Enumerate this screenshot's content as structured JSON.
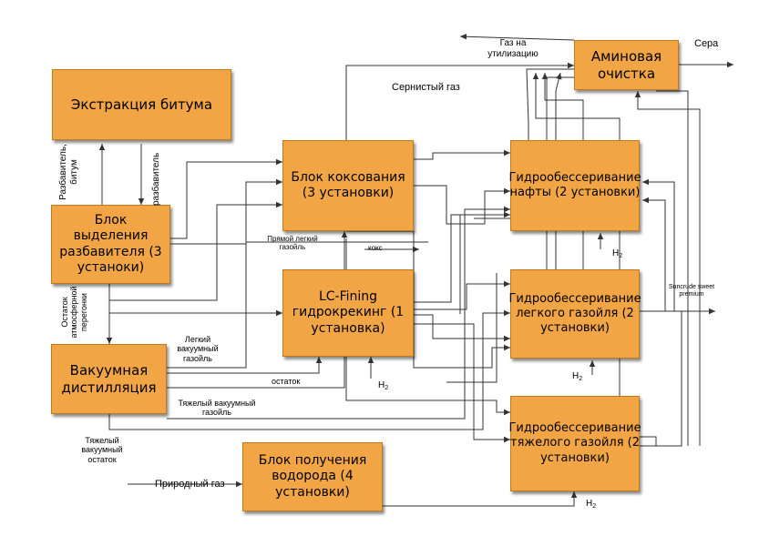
{
  "blocks": {
    "bitumen_extraction": "Экстракция битума",
    "diluent_separation": "Блок выделения разбавителя (3 устаноки)",
    "vacuum_distillation": "Вакуумная дистилляция",
    "coking": "Блок коксования (3 установки)",
    "lc_fining": "LC-Fining гидрокрекинг (1 установка)",
    "hydrogen_unit": "Блок получения водорода (4 установки)",
    "naphtha_hds": "Гидрообессеривание нафты (2 установки)",
    "light_gasoil_hds": "Гидрообессеривание легкого газойля (2 установки)",
    "heavy_gasoil_hds": "Гидрообессеривание тяжелого газойля (2 установки)",
    "amine_treating": "Аминовая очистка"
  },
  "labels": {
    "diluent_bitumen": "Разбавитель, битум",
    "diluent": "разбавитель",
    "atm_residue": "Остаток атмосферной перегонки",
    "light_vgo": "Легкий вакуумный газойль",
    "residue": "остаток",
    "heavy_vgo": "Тяжелый вакуумный газойль",
    "heavy_vacuum_residue": "Тяжелый вакуумный остаток",
    "natural_gas": "Природный газ",
    "straight_light_gasoil": "Прямой легкий газойль",
    "coke": "кокс",
    "sour_gas": "Сернистый газ",
    "gas_to_utilization": "Газ на утилизацию",
    "sulfur": "Сера",
    "product": "Suncrude sweet premium",
    "h2_base": "H",
    "h2_sub": "2"
  },
  "colors": {
    "box_fill": "#f2a545",
    "box_border": "#c07a1e",
    "line": "#333333"
  }
}
